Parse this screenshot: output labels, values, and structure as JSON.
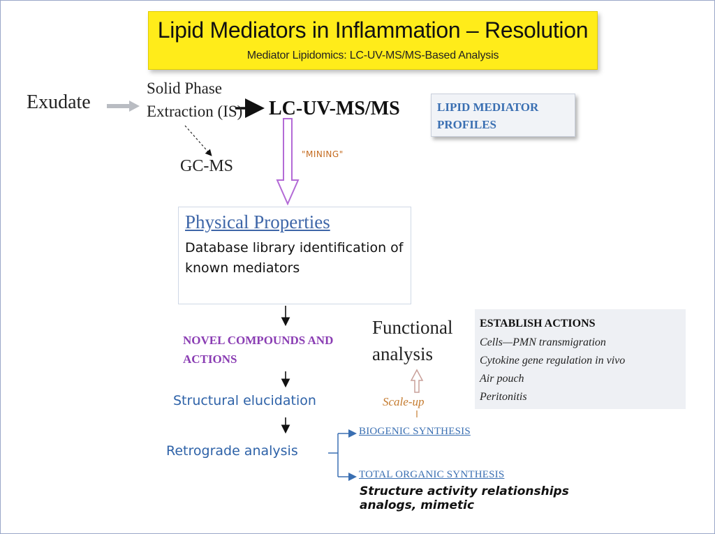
{
  "banner": {
    "title": "Lipid Mediators in Inflammation – Resolution",
    "subtitle": "Mediator Lipidomics: LC-UV-MS/MS-Based Analysis"
  },
  "flow": {
    "exudate": "Exudate",
    "spe": "Solid Phase Extraction (IS)",
    "lcms": "LC-UV-MS/MS",
    "gcms": "GC-MS",
    "mining": "\"MINING\"",
    "profiles": "LIPID MEDIATOR PROFILES"
  },
  "physical": {
    "title": "Physical Properties",
    "body": "Database library identification of known mediators"
  },
  "novel": "NOVEL COMPOUNDS AND ACTIONS",
  "structural": "Structural elucidation",
  "retrograde": "Retrograde analysis",
  "functional": "Functional analysis",
  "scaleup": "Scale-up",
  "actions": {
    "title": "ESTABLISH ACTIONS",
    "items": [
      "Cells—PMN transmigration",
      "Cytokine gene regulation in vivo",
      "Air pouch",
      "Peritonitis"
    ]
  },
  "synthesis": {
    "biogenic": "BIOGENIC SYNTHESIS",
    "total": "TOTAL ORGANIC SYNTHESIS",
    "sar": "Structure activity relationships analogs, mimetic"
  }
}
